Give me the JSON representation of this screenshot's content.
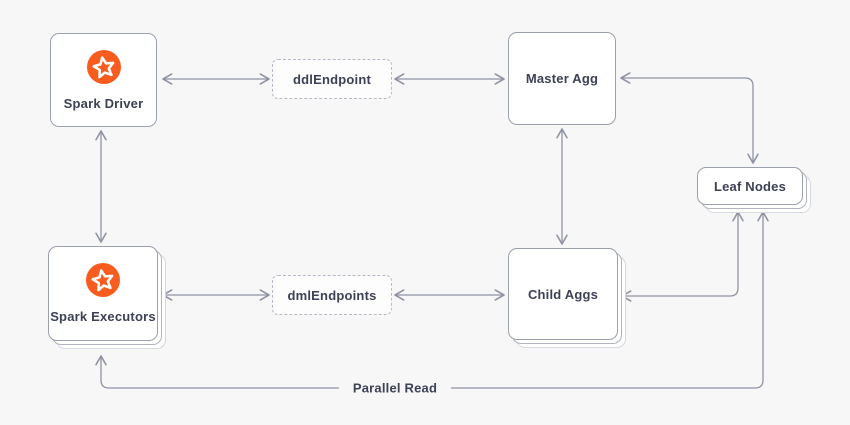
{
  "diagram": {
    "colors": {
      "background": "#f7f7f8",
      "node_border": "#9aa0ae",
      "dashed_border": "#b6b9c5",
      "arrow": "#8f93a3",
      "text": "#3d4155",
      "spark_orange": "#f85c1e"
    },
    "nodes": {
      "spark_driver": {
        "label": "Spark Driver",
        "icon": "spark-logo-icon",
        "style": "solid"
      },
      "ddl_endpoint": {
        "label": "ddlEndpoint",
        "style": "dashed"
      },
      "master_agg": {
        "label": "Master Agg",
        "style": "solid"
      },
      "leaf_nodes": {
        "label": "Leaf Nodes",
        "style": "solid-stacked"
      },
      "spark_executors": {
        "label": "Spark Executors",
        "icon": "spark-logo-icon",
        "style": "solid-stacked"
      },
      "dml_endpoints": {
        "label": "dmlEndpoints",
        "style": "dashed"
      },
      "child_aggs": {
        "label": "Child Aggs",
        "style": "solid-stacked"
      }
    },
    "edges": [
      {
        "from": "spark_driver",
        "to": "ddl_endpoint",
        "direction": "bidirectional"
      },
      {
        "from": "ddl_endpoint",
        "to": "master_agg",
        "direction": "bidirectional"
      },
      {
        "from": "spark_driver",
        "to": "spark_executors",
        "direction": "bidirectional"
      },
      {
        "from": "master_agg",
        "to": "child_aggs",
        "direction": "bidirectional"
      },
      {
        "from": "master_agg",
        "to": "leaf_nodes",
        "direction": "bidirectional"
      },
      {
        "from": "spark_executors",
        "to": "dml_endpoints",
        "direction": "bidirectional"
      },
      {
        "from": "dml_endpoints",
        "to": "child_aggs",
        "direction": "bidirectional"
      },
      {
        "from": "child_aggs",
        "to": "leaf_nodes",
        "direction": "bidirectional"
      },
      {
        "from": "spark_executors",
        "to": "leaf_nodes",
        "direction": "bidirectional",
        "label": "Parallel Read"
      }
    ]
  }
}
